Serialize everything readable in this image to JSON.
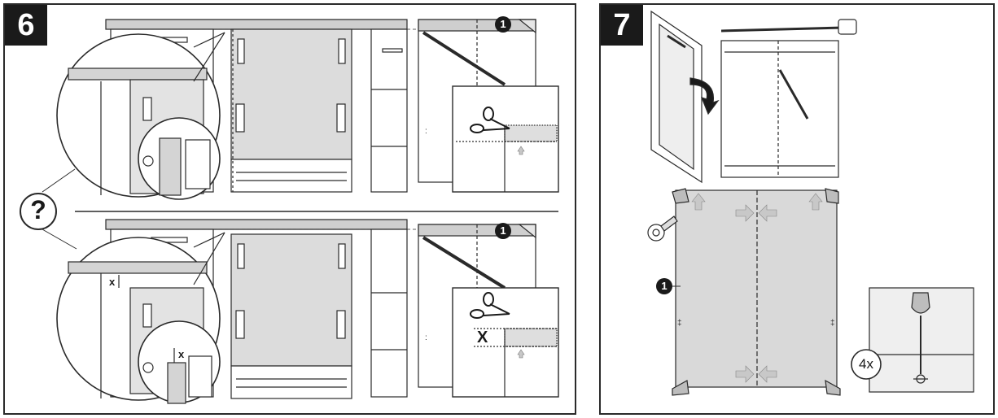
{
  "steps": [
    {
      "number": "6"
    },
    {
      "number": "7"
    }
  ],
  "callouts": {
    "question": "?",
    "marker_1": "1",
    "gap_label": "x",
    "gap_label_cut": "X",
    "repeat": "4x"
  },
  "colors": {
    "outline": "#2a2a2a",
    "panel_fill": "#d9d9d9",
    "tape_fill": "#bdbdbd",
    "badge_bg": "#1a1a1a",
    "arrow_fill": "#c8c8c8"
  },
  "icons": [
    "scissors-icon",
    "question-mark-icon",
    "flip-arrow-icon",
    "screwdriver-icon",
    "measuring-tape-icon",
    "tape-roll-icon"
  ]
}
